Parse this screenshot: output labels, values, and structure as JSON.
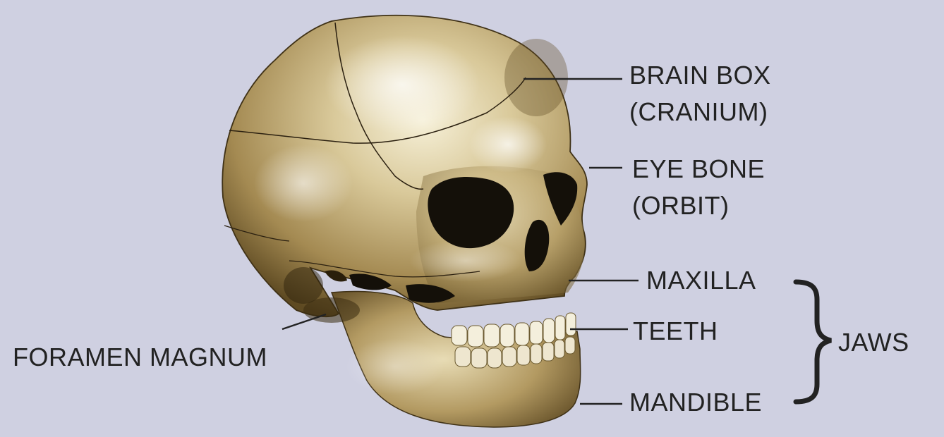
{
  "labels": {
    "brain_box": "BRAIN BOX",
    "cranium": "(CRANIUM)",
    "eye_bone": "EYE BONE",
    "orbit": "(ORBIT)",
    "maxilla": "MAXILLA",
    "teeth": "TEETH",
    "mandible": "MANDIBLE",
    "jaws": "JAWS",
    "foramen_magnum": "FORAMEN MAGNUM"
  },
  "colors": {
    "background": "#cfd0e1",
    "bone": "#c9b886",
    "bone_highlight": "#f3ecd4",
    "bone_shadow": "#5e4a22",
    "cavity": "#141009",
    "text": "#222222"
  }
}
